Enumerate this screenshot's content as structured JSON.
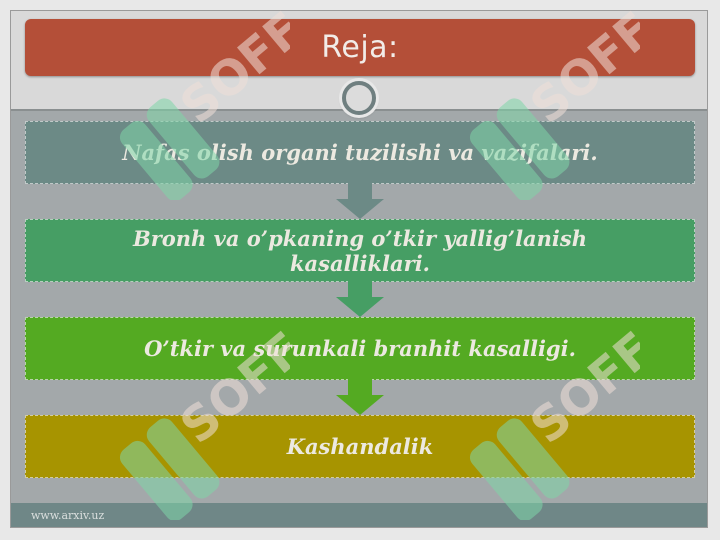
{
  "slide": {
    "title": "Reja:",
    "steps": [
      {
        "text": "Nafas olish organi tuzilishi va vazifalari.",
        "color": "#6c8a86"
      },
      {
        "text": "Bronh va o’pkaning o’tkir yallig’lanish kasalliklari.",
        "color": "#469e64"
      },
      {
        "text": "O’tkir va surunkali branhit kasalligi.",
        "color": "#54aa22"
      },
      {
        "text": "Kashandalik",
        "color": "#a79400"
      }
    ],
    "footer": "www.arxiv.uz",
    "watermark_text": "SOFF"
  },
  "colors": {
    "title_bar": "#b44f38",
    "background": "#a3a8aa",
    "footer_bar": "#6f8787"
  }
}
